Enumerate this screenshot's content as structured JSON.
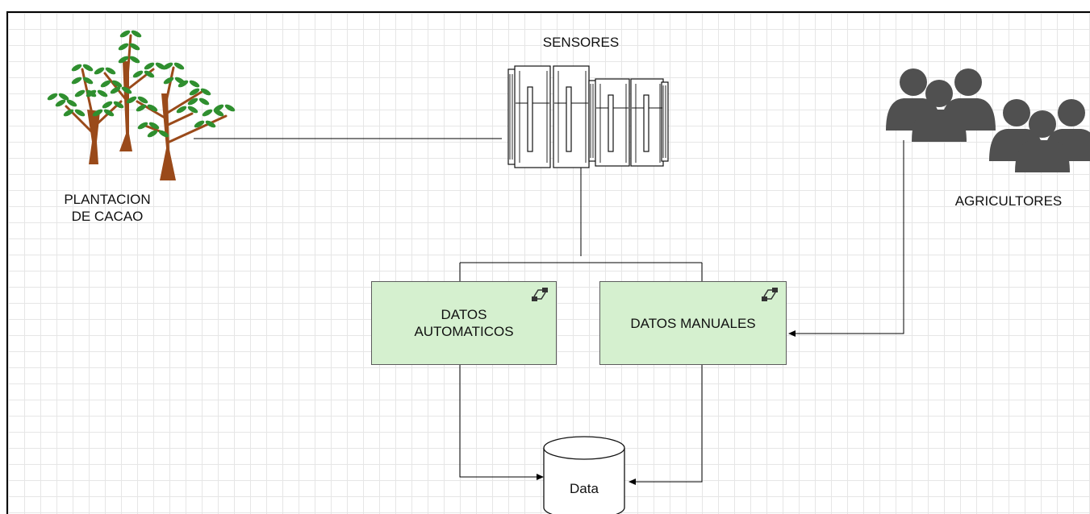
{
  "nodes": {
    "plantation": {
      "line1": "PLANTACION",
      "line2": "DE CACAO"
    },
    "sensors": {
      "label": "SENSORES"
    },
    "farmers": {
      "label": "AGRICULTORES"
    },
    "auto_data": {
      "line1": "DATOS",
      "line2": "AUTOMATICOS"
    },
    "manual_data": {
      "label": "DATOS MANUALES"
    },
    "database": {
      "label": "Data"
    }
  },
  "colors": {
    "box_fill": "#d5f0cf",
    "tree_leaf": "#2f8f2f",
    "tree_trunk": "#9a4a1a",
    "people": "#505050"
  },
  "icons": {
    "plantation": "tree-icon",
    "sensors": "server-rack-icon",
    "farmers": "people-group-icon",
    "box_badge": "network-nodes-icon",
    "database": "database-cylinder-icon"
  }
}
